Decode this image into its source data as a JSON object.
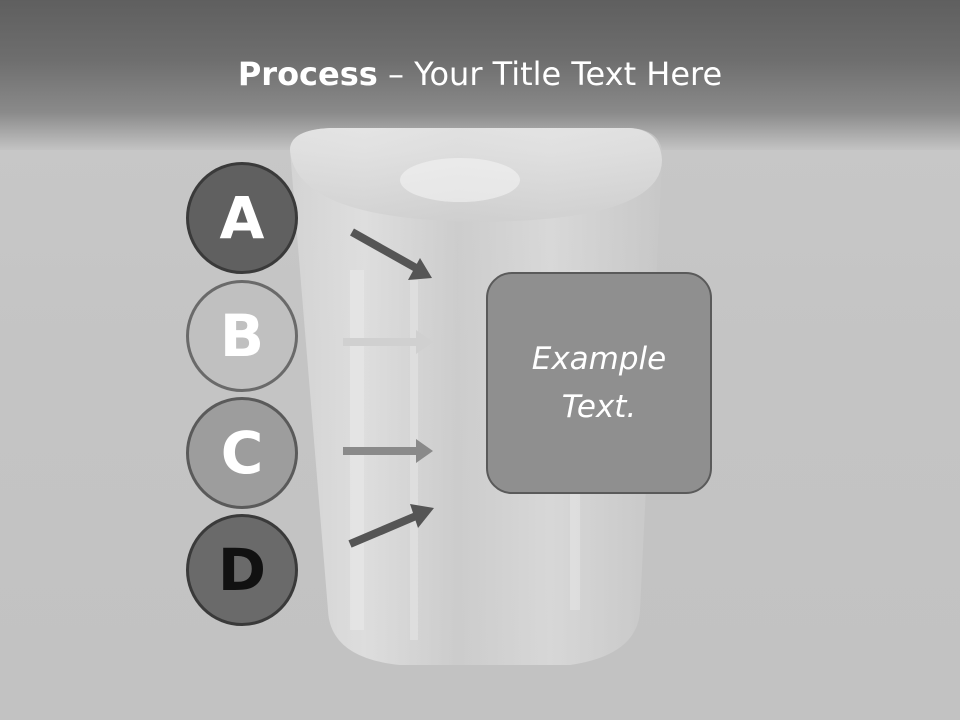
{
  "slide": {
    "title_bold": "Process",
    "title_rest": " – Your Title Text Here"
  },
  "steps": [
    {
      "letter": "A",
      "color": "#606060"
    },
    {
      "letter": "B",
      "color": "#c0c0c0"
    },
    {
      "letter": "C",
      "color": "#9d9d9d"
    },
    {
      "letter": "D",
      "color": "#6a6a6a"
    }
  ],
  "box": {
    "text": "Example Text.",
    "color": "#8f8f8f"
  },
  "background_image": "glass-cup"
}
